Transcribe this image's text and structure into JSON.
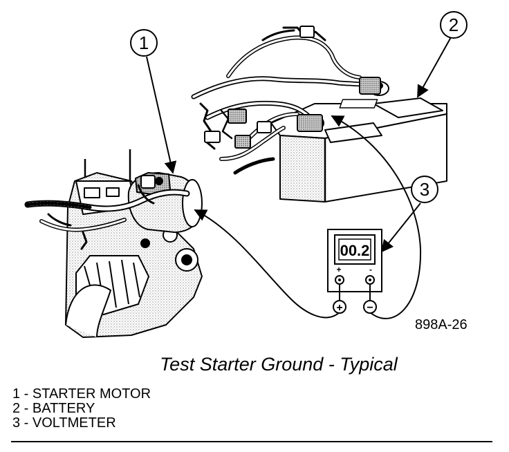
{
  "figure": {
    "callouts": [
      "1",
      "2",
      "3"
    ],
    "figure_code": "898A-26",
    "meter": {
      "display_reading": "00.2",
      "plus_sign": "+",
      "minus_sign": "-",
      "plus_terminal": "+",
      "minus_terminal": "−"
    }
  },
  "caption": "Test Starter Ground - Typical",
  "legend": [
    "1 - STARTER MOTOR",
    "2 - BATTERY",
    "3 - VOLTMETER"
  ]
}
